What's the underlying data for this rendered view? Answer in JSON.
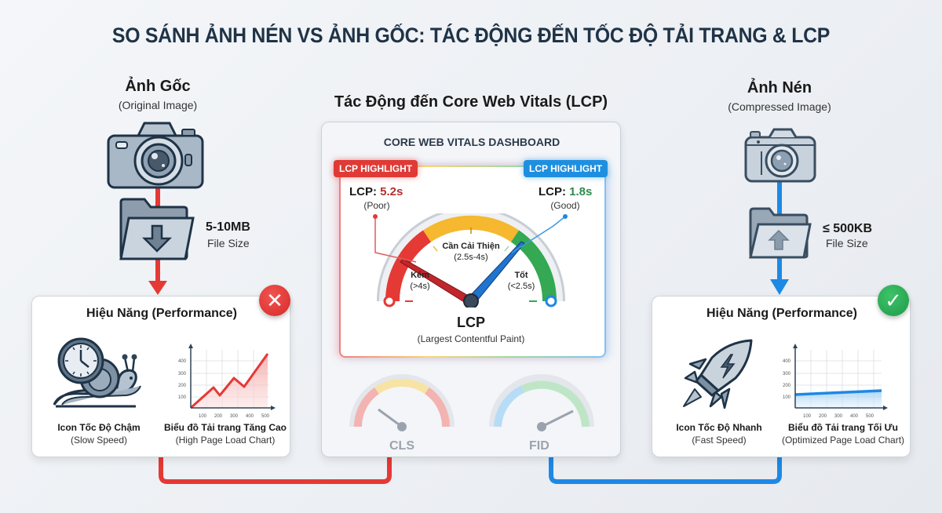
{
  "title": "SO SÁNH ẢNH NÉN VS ẢNH GỐC: TÁC ĐỘNG ĐẾN TỐC ĐỘ TẢI TRANG & LCP",
  "left": {
    "title": "Ảnh Gốc",
    "subtitle": "(Original Image)",
    "file_size": "5-10MB",
    "file_size_label": "File Size",
    "accent": "#e53935",
    "performance": {
      "title": "Hiệu Năng (Performance)",
      "status_icon": "x-circle-icon",
      "icon_caption": "Icon Tốc Độ Chậm",
      "icon_caption_sub": "(Slow Speed)",
      "chart_caption": "Biểu đồ Tải trang Tăng Cao",
      "chart_caption_sub": "(High Page Load Chart)"
    }
  },
  "right": {
    "title": "Ảnh Nén",
    "subtitle": "(Compressed Image)",
    "file_size": "≤ 500KB",
    "file_size_label": "File Size",
    "accent": "#1e88e5",
    "performance": {
      "title": "Hiệu Năng (Performance)",
      "status_icon": "check-circle-icon",
      "icon_caption": "Icon Tốc Độ Nhanh",
      "icon_caption_sub": "(Fast Speed)",
      "chart_caption": "Biểu đồ Tải trang Tối Ưu",
      "chart_caption_sub": "(Optimized Page Load Chart)"
    }
  },
  "center": {
    "title": "Tác Động đến Core Web Vitals (LCP)",
    "dashboard_title": "CORE WEB VITALS DASHBOARD",
    "left_tag": "LCP HIGHLIGHT",
    "right_tag": "LCP HIGHLIGHT",
    "left_lcp_label": "LCP:",
    "left_lcp_value": "5.2s",
    "left_lcp_state": "(Poor)",
    "right_lcp_label": "LCP:",
    "right_lcp_value": "1.8s",
    "right_lcp_state": "(Good)",
    "gauge": {
      "poor_label": "Kém",
      "poor_range": "(>4s)",
      "mid_label": "Cần Cải Thiện",
      "mid_range": "(2.5s-4s)",
      "good_label": "Tốt",
      "good_range": "(<2.5s)",
      "metric": "LCP",
      "metric_full": "(Largest Contentful Paint)",
      "colors": {
        "poor": "#e53935",
        "mid": "#f5b82e",
        "good": "#34a853"
      }
    },
    "mini_gauges": [
      {
        "label": "CLS"
      },
      {
        "label": "FID"
      }
    ]
  },
  "chart_data": [
    {
      "type": "area",
      "title": "Biểu đồ Tải trang Tăng Cao",
      "x": [
        0,
        150,
        200,
        300,
        370,
        580
      ],
      "values": [
        0,
        200,
        150,
        300,
        230,
        500
      ],
      "x_ticks": [
        100,
        200,
        300,
        400,
        500
      ],
      "y_ticks": [
        100,
        200,
        300,
        400
      ],
      "color": "#e53935"
    },
    {
      "type": "area",
      "title": "Biểu đồ Tải trang Tối Ưu",
      "x": [
        0,
        580
      ],
      "values": [
        120,
        145
      ],
      "x_ticks": [
        100,
        200,
        300,
        400,
        500
      ],
      "y_ticks": [
        100,
        200,
        300,
        400
      ],
      "color": "#1e88e5"
    }
  ]
}
